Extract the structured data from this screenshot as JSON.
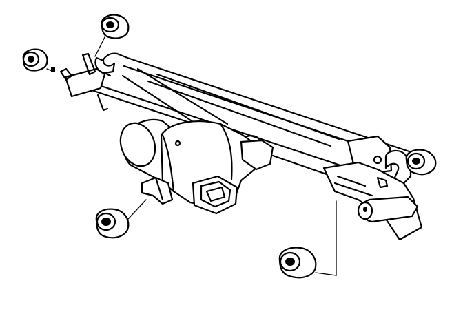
{
  "diagram": {
    "background": "#ffffff",
    "line_color": "#000000",
    "parts": [
      {
        "id": "wiper-linkage-frame",
        "kind": "frame"
      },
      {
        "id": "wiper-motor",
        "kind": "motor"
      },
      {
        "id": "motor-connector",
        "kind": "connector"
      },
      {
        "id": "grommet-top",
        "kind": "bushing"
      },
      {
        "id": "grommet-upper-left",
        "kind": "bushing"
      },
      {
        "id": "grommet-lower-left",
        "kind": "bushing"
      },
      {
        "id": "grommet-right",
        "kind": "bushing"
      },
      {
        "id": "grommet-bottom",
        "kind": "bushing"
      }
    ]
  }
}
